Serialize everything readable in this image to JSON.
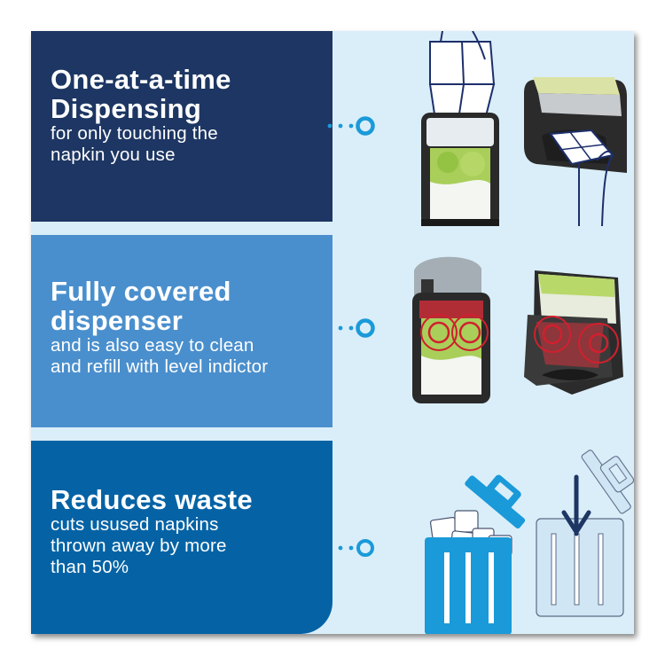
{
  "features": [
    {
      "title_line1": "One-at-a-time",
      "title_line2": "Dispensing",
      "desc_line1": "for only touching the",
      "desc_line2": "napkin you use",
      "panel_color": "#1d3663"
    },
    {
      "title_line1": "Fully covered",
      "title_line2": "dispenser",
      "desc_line1": "and is also easy to clean",
      "desc_line2": "and refill with level indictor",
      "panel_color": "#4a8fcd"
    },
    {
      "title_line1": "Reduces waste",
      "desc_line1": "cuts usused napkins",
      "desc_line2": "thrown away by more",
      "desc_line3": "than 50%",
      "panel_color": "#0563a5"
    }
  ],
  "colors": {
    "background": "#daeef9",
    "accent": "#1a9ad9",
    "outline": "#1d2f6b",
    "highlight_ring": "#d0202e"
  }
}
